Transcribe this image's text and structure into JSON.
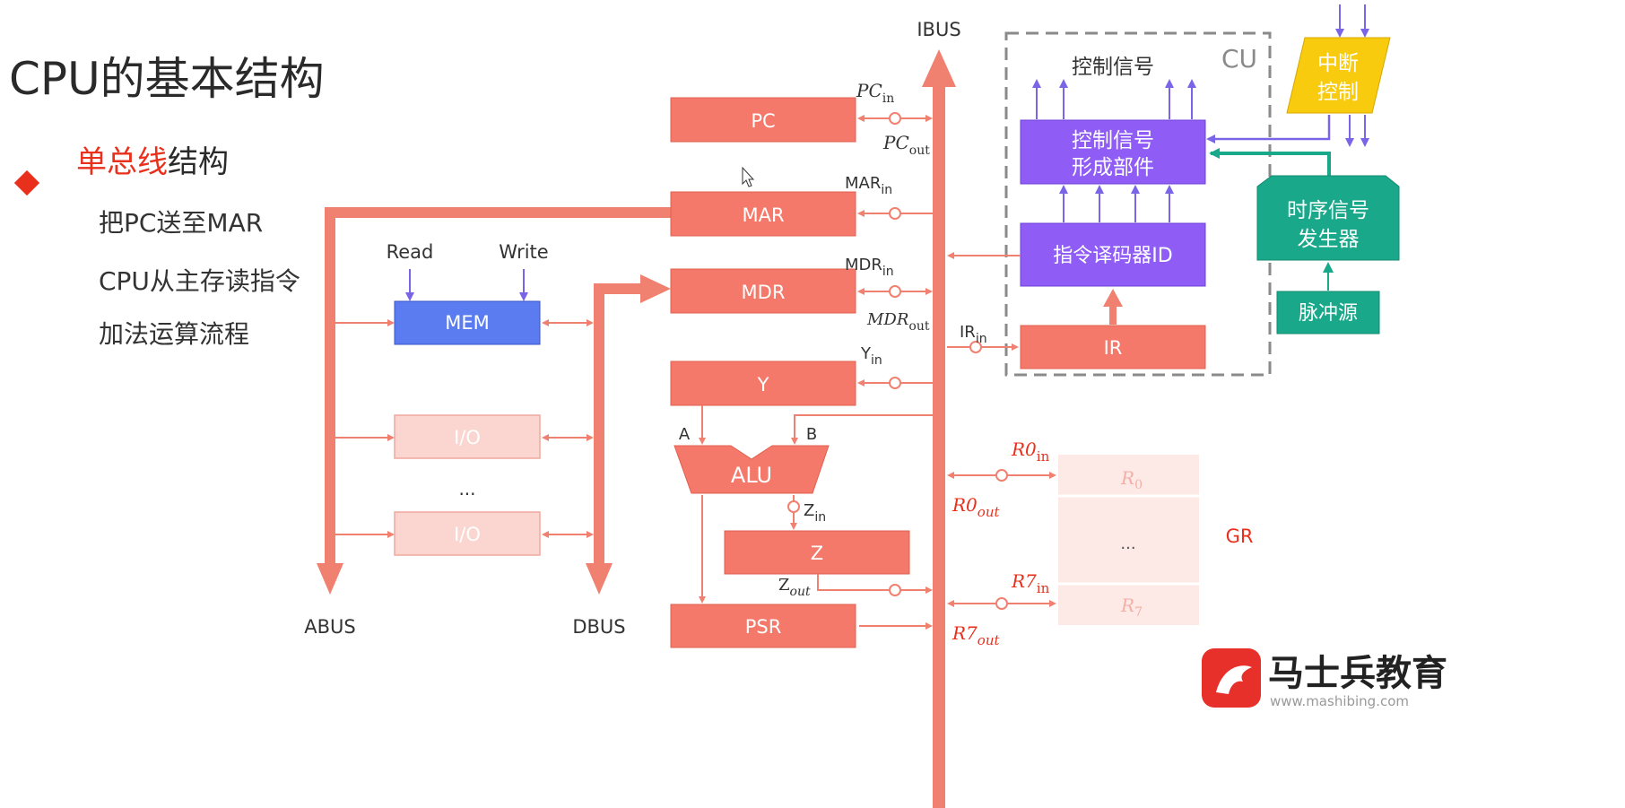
{
  "slide": {
    "title": "CPU的基本结构",
    "bullet_highlight": "单总线",
    "bullet_rest": "结构",
    "steps": [
      "把PC送至MAR",
      "CPU从主存读指令",
      "加法运算流程"
    ]
  },
  "buses": {
    "ibus": "IBUS",
    "abus": "ABUS",
    "dbus": "DBUS"
  },
  "registers": {
    "pc": "PC",
    "mar": "MAR",
    "mdr": "MDR",
    "y": "Y",
    "z": "Z",
    "psr": "PSR",
    "ir": "IR"
  },
  "memory": {
    "mem": "MEM",
    "read": "Read",
    "write": "Write",
    "io1": "I/O",
    "io2": "I/O",
    "ellipsis": "..."
  },
  "alu": {
    "label": "ALU",
    "input_a": "A",
    "input_b": "B"
  },
  "signals": {
    "pc_in": "PC",
    "pc_in_sub": "in",
    "pc_out": "PC",
    "pc_out_sub": "out",
    "mar_in": "MAR",
    "mar_in_sub": "in",
    "mdr_in": "MDR",
    "mdr_in_sub": "in",
    "mdr_out": "MDR",
    "mdr_out_sub": "out",
    "y_in": "Y",
    "y_in_sub": "in",
    "ir_in": "IR",
    "ir_in_sub": "in",
    "z_in": "Z",
    "z_in_sub": "in",
    "z_out": "Z",
    "z_out_sub": "out",
    "r0_in": "R0",
    "r0_in_sub": "in",
    "r0_out": "R0",
    "r0_out_sub": "out",
    "r7_in": "R7",
    "r7_in_sub": "in",
    "r7_out": "R7",
    "r7_out_sub": "out"
  },
  "control_unit": {
    "label": "CU",
    "signals_label": "控制信号",
    "signal_gen": [
      "控制信号",
      "形成部件"
    ],
    "decoder": "指令译码器ID",
    "interrupt": [
      "中断",
      "控制"
    ],
    "timing": [
      "时序信号",
      "发生器"
    ],
    "pulse": "脉冲源"
  },
  "gr": {
    "label": "GR",
    "r0": "R",
    "r0_sub": "0",
    "r7": "R",
    "r7_sub": "7",
    "ellipsis": "..."
  },
  "watermark": {
    "text": "马士兵教育",
    "url": "www.mashibing.com"
  },
  "colors": {
    "bus": "#f08070",
    "register": "#f4796a",
    "mem": "#5b7cf0",
    "io": "#fbd6d0",
    "control": "#8f5cf5",
    "timing": "#1aa88a",
    "interrupt": "#f8cb0e",
    "gr": "#fde9e6",
    "title_red": "#e8301c",
    "dashed": "#8a8a8a"
  }
}
